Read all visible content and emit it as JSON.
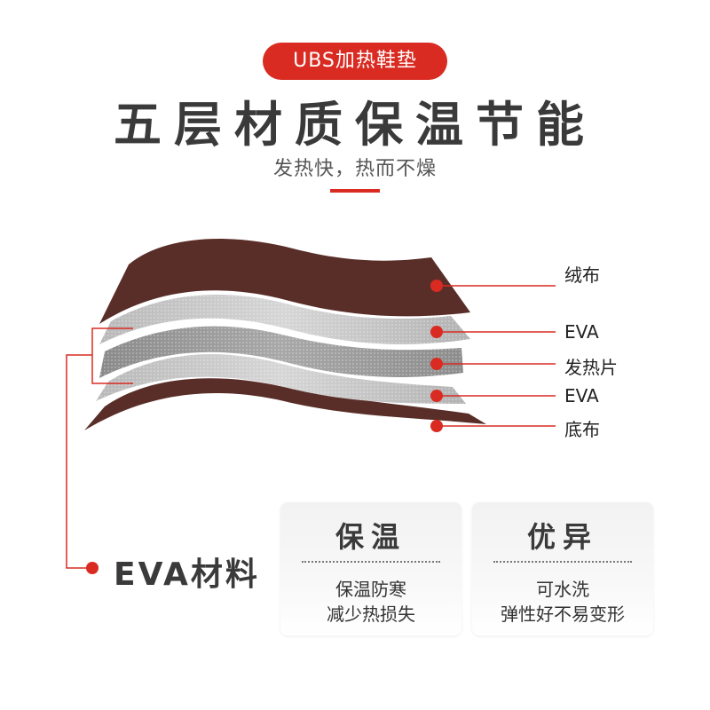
{
  "header": {
    "badge": "UBS加热鞋垫",
    "title": "五层材质保温节能",
    "subtitle": "发热快，热而不燥"
  },
  "layers": [
    {
      "label": "绒布"
    },
    {
      "label": "EVA"
    },
    {
      "label": "发热片"
    },
    {
      "label": "EVA"
    },
    {
      "label": "底布"
    }
  ],
  "material": {
    "title": "EVA材料"
  },
  "cards": [
    {
      "heading": "保温",
      "lines": [
        "保温防寒",
        "减少热损失"
      ]
    },
    {
      "heading": "优异",
      "lines": [
        "可水洗",
        "弹性好不易变形"
      ]
    }
  ],
  "colors": {
    "accent": "#d92b22",
    "fabric": "#5a2e28",
    "foam": "#bdbdbd",
    "heater": "#9a9a9a",
    "title_text": "#3a3a3a"
  },
  "icons": [
    "marker-dot-icon"
  ]
}
